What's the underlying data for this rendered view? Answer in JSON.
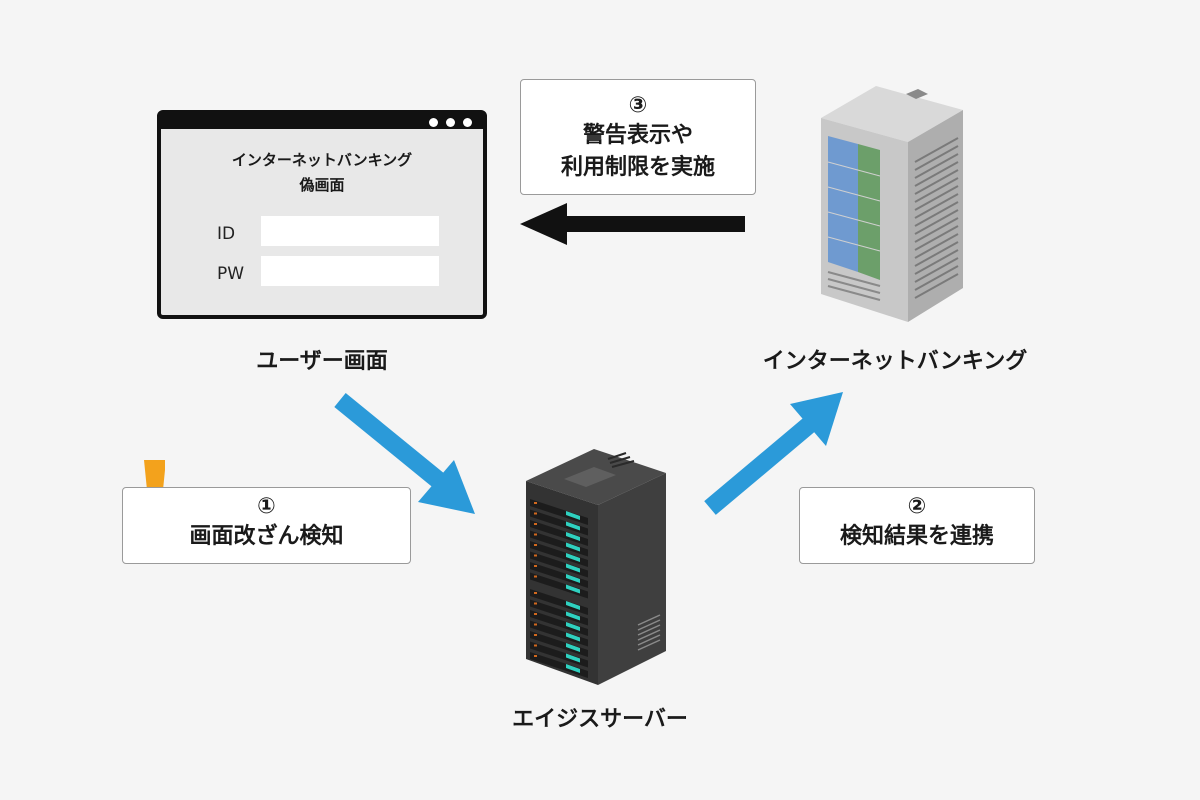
{
  "user_screen": {
    "browser_title_line1": "インターネットバンキング",
    "browser_title_line2": "偽画面",
    "id_label": "ID",
    "pw_label": "PW",
    "caption": "ユーザー画面"
  },
  "bank_server": {
    "caption": "インターネットバンキング"
  },
  "aegis_server": {
    "caption": "エイジスサーバー"
  },
  "callouts": {
    "step1": {
      "number": "①",
      "text": "画面改ざん検知"
    },
    "step2": {
      "number": "②",
      "text": "検知結果を連携"
    },
    "step3": {
      "number": "③",
      "line1": "警告表示や",
      "line2": "利用制限を実施"
    }
  },
  "colors": {
    "blue_arrow": "#2b9ad9",
    "black_arrow": "#111111",
    "warning_orange": "#f3a21c"
  }
}
